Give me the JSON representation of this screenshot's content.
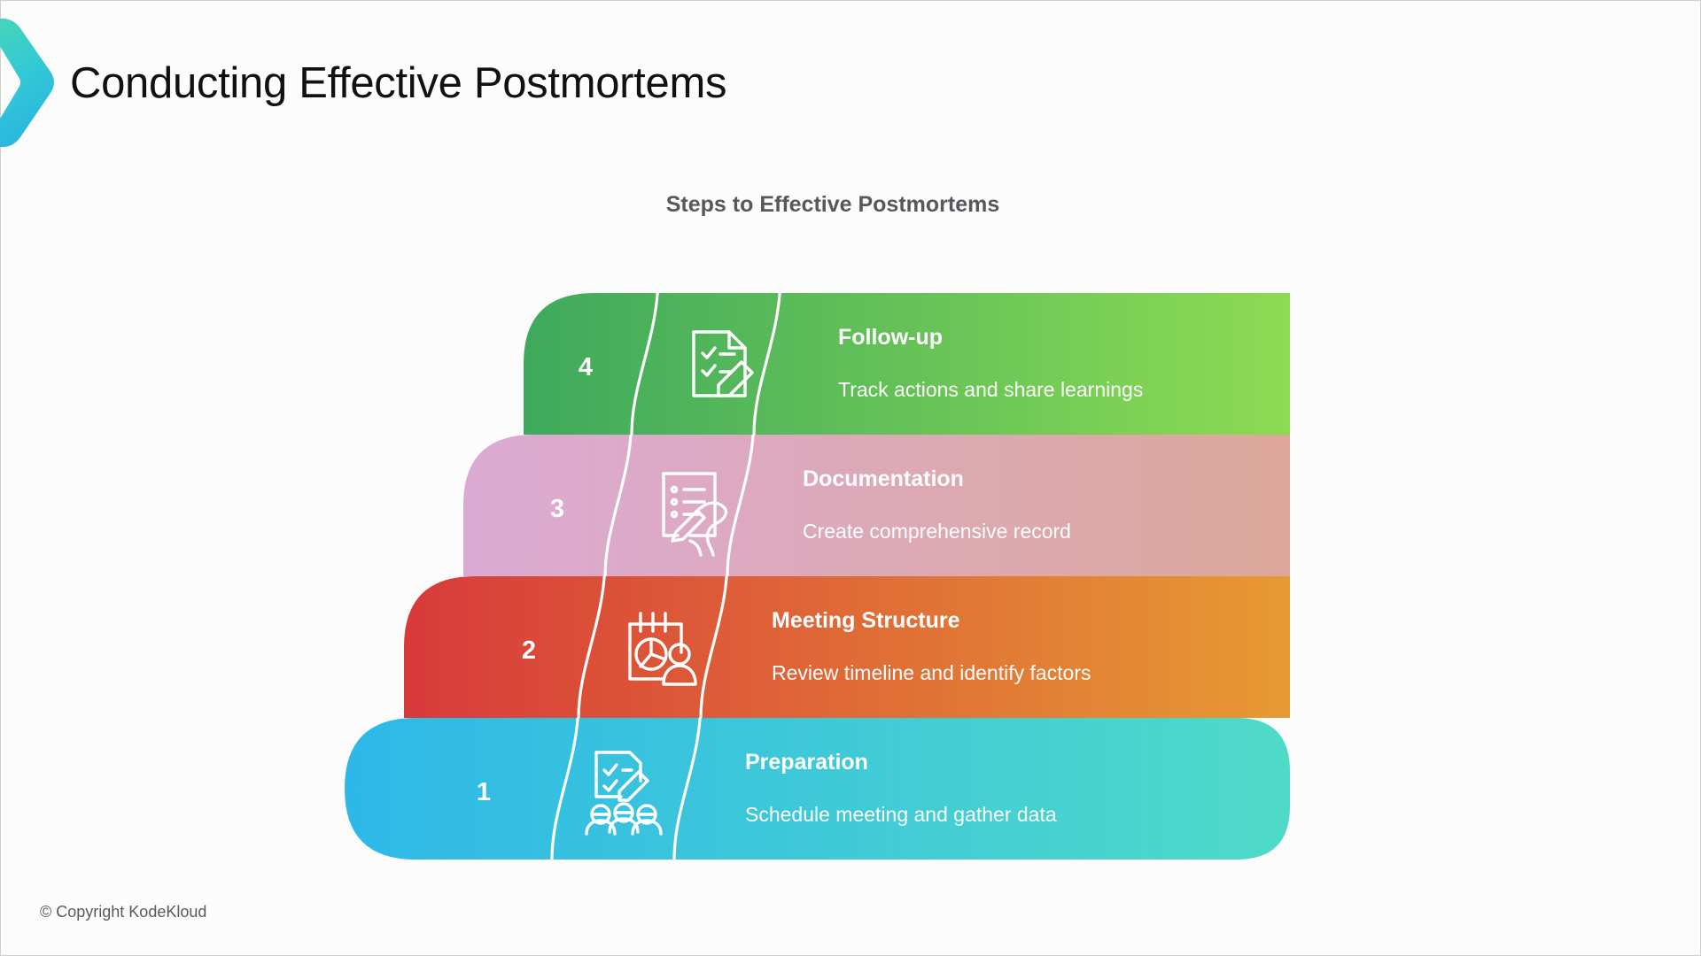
{
  "slide": {
    "title": "Conducting Effective Postmortems",
    "background_color": "#fcfcfc",
    "footer": "© Copyright KodeKloud"
  },
  "brand": {
    "logo_icon": "chevron-right-icon",
    "gradient_from": "#49d6b6",
    "gradient_to": "#2bb8e0"
  },
  "diagram": {
    "title": "Steps to Effective Postmortems",
    "title_color": "#58585c",
    "type": "staircase-steps",
    "steps": [
      {
        "number": "4",
        "title": "Follow-up",
        "description": "Track actions and share learnings",
        "icon": "checklist-pencil-icon",
        "color_start": "#3ea95c",
        "color_end": "#8ddb53"
      },
      {
        "number": "3",
        "title": "Documentation",
        "description": "Create comprehensive record",
        "icon": "hand-writing-document-icon",
        "color_start": "#dbaad4",
        "color_end": "#dda89a"
      },
      {
        "number": "2",
        "title": "Meeting Structure",
        "description": "Review timeline and identify factors",
        "icon": "calendar-chart-person-icon",
        "color_start": "#d83a3a",
        "color_end": "#e69a33"
      },
      {
        "number": "1",
        "title": "Preparation",
        "description": "Schedule meeting and gather data",
        "icon": "clipboard-team-icon",
        "color_start": "#2eb8e8",
        "color_end": "#4fdac8"
      }
    ]
  }
}
